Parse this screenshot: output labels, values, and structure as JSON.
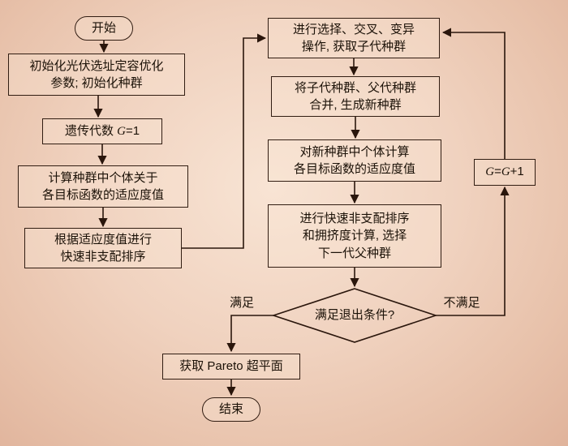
{
  "diagram": {
    "nodes": {
      "start": {
        "label": "开始"
      },
      "init": {
        "line1": "初始化光伏选址定容优化",
        "line2": "参数; 初始化种群"
      },
      "gen": {
        "prefix": "遗传代数 ",
        "g": "G",
        "suffix": "=1"
      },
      "fitness": {
        "line1": "计算种群中个体关于",
        "line2": "各目标函数的适应度值"
      },
      "sort": {
        "line1": "根据适应度值进行",
        "line2": "快速非支配排序"
      },
      "selection": {
        "line1": "进行选择、交叉、变异",
        "line2": "操作, 获取子代种群"
      },
      "merge": {
        "line1": "将子代种群、父代种群",
        "line2": "合并, 生成新种群"
      },
      "newfit": {
        "line1": "对新种群中个体计算",
        "line2": "各目标函数的适应度值"
      },
      "crowding": {
        "line1": "进行快速非支配排序",
        "line2": "和拥挤度计算, 选择",
        "line3": "下一代父种群"
      },
      "decision": {
        "label": "满足退出条件?"
      },
      "increment": {
        "g1": "G",
        "eq": "=",
        "g2": "G",
        "plus": "+1"
      },
      "pareto": {
        "label": "获取 Pareto 超平面"
      },
      "end": {
        "label": "结束"
      }
    },
    "edge_labels": {
      "yes": "满足",
      "no": "不满足"
    }
  }
}
